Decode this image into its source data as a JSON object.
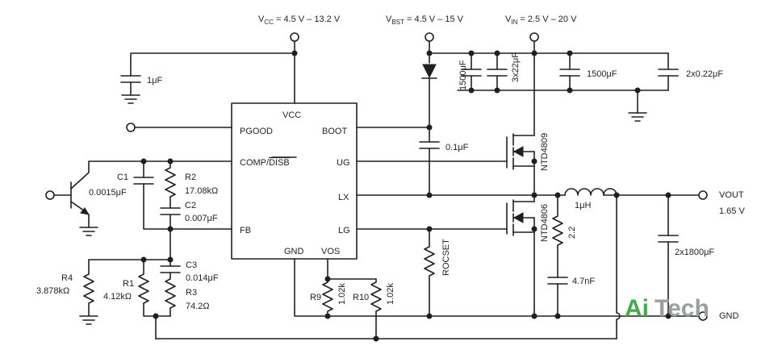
{
  "ic": {
    "pins": {
      "vcc": "VCC",
      "pgood": "PGOOD",
      "boot": "BOOT",
      "comp_pre": "COMP/",
      "comp_disb": "DISB",
      "ug": "UG",
      "lx": "LX",
      "fb": "FB",
      "lg": "LG",
      "gnd": "GND",
      "vos": "VOS"
    }
  },
  "supplies": {
    "vcc": {
      "main": "V",
      "sub": "CC",
      "rest": " = 4.5 V – 13.2 V"
    },
    "vbst": {
      "main": "V",
      "sub": "BST",
      "rest": " = 4.5 V – 15 V"
    },
    "vin": {
      "main": "V",
      "sub": "IN",
      "rest": " = 2.5 V – 20 V"
    }
  },
  "components": {
    "c_vcc": "1μF",
    "c_in_left": "1500μF",
    "c_in_3x": "3x22μF",
    "c_in_mid": "1500μF",
    "c_in_right": "2x0.22μF",
    "c_boot": "0.1μF",
    "q_high": "NTD4809",
    "q_low": "NTD4806",
    "inductor": "1μH",
    "r_snub": "2.2",
    "c_snub": "4.7nF",
    "r_ocset": "ROCSET",
    "c_out": "2x1800μF",
    "c1_name": "C1",
    "c1_val": "0.0015μF",
    "r2_name": "R2",
    "r2_val": "17.08kΩ",
    "c2_name": "C2",
    "c2_val": "0.007μF",
    "c3_name": "C3",
    "c3_val": "0.014μF",
    "r3_name": "R3",
    "r3_val": "74.2Ω",
    "r1_name": "R1",
    "r1_val": "4.12kΩ",
    "r4_name": "R4",
    "r4_val": "3.878kΩ",
    "r9_name": "R9",
    "r9_val": "1.02k",
    "r10_name": "R10",
    "r10_val": "1.02k"
  },
  "outputs": {
    "vout_label": "VOUT",
    "vout_value": "1.65 V",
    "gnd_label": "GND"
  },
  "watermark": {
    "part1": "Ai",
    "part2": "Tech"
  },
  "colors": {
    "wire": "#231f20",
    "brand_green": "#3fae49",
    "brand_gray": "#9aa09b"
  }
}
